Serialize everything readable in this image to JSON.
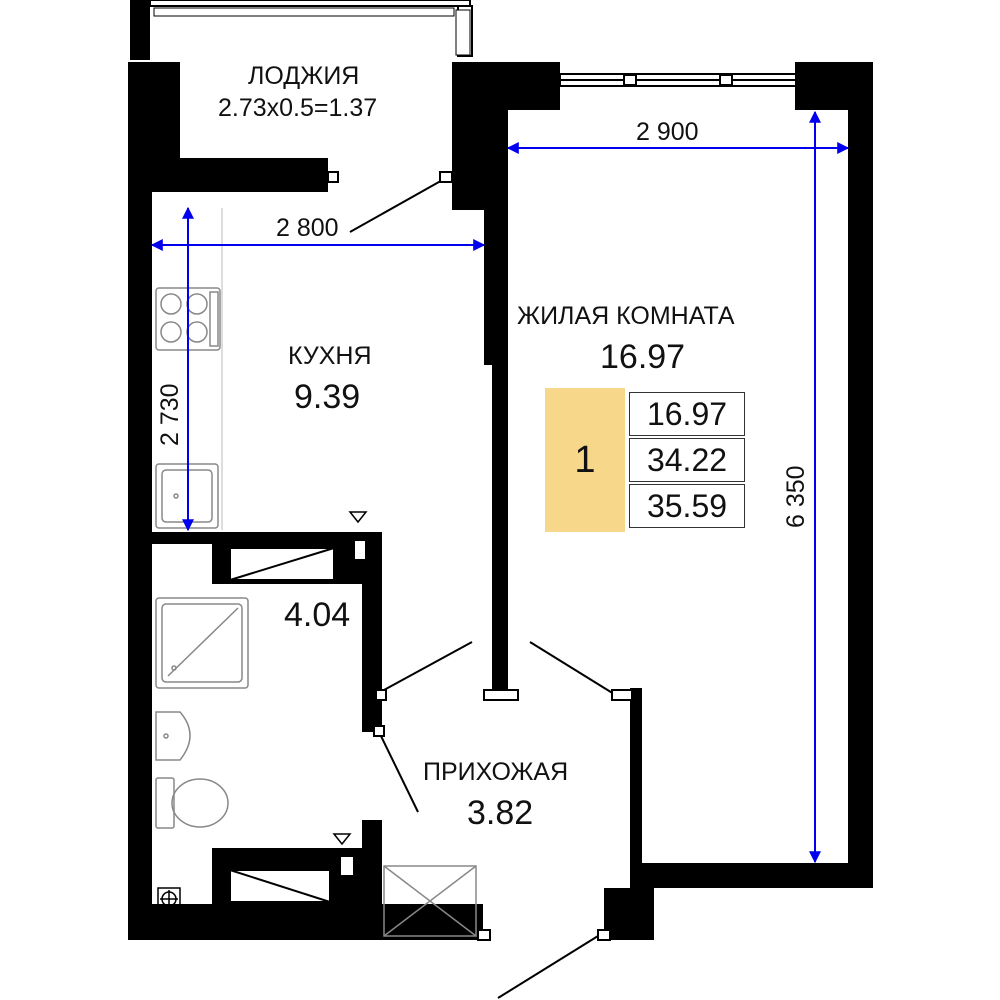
{
  "colors": {
    "wall": "#000000",
    "dimension": "#0000ee",
    "fixture": "#888888",
    "summary_fill": "#f7d88a"
  },
  "rooms": {
    "loggia": {
      "name": "ЛОДЖИЯ",
      "formula": "2.73x0.5=1.37"
    },
    "kitchen": {
      "name": "КУХНЯ",
      "area": "9.39"
    },
    "living": {
      "name": "ЖИЛАЯ КОМНАТА",
      "area": "16.97"
    },
    "bathroom": {
      "area": "4.04"
    },
    "hallway": {
      "name": "ПРИХОЖАЯ",
      "area": "3.82"
    }
  },
  "dimensions": {
    "kitchen_width": "2 800",
    "kitchen_depth": "2 730",
    "living_width": "2 900",
    "living_length": "6 350"
  },
  "summary": {
    "rooms_count": "1",
    "living_area": "16.97",
    "total_area": "34.22",
    "total_with_loggia": "35.59"
  }
}
